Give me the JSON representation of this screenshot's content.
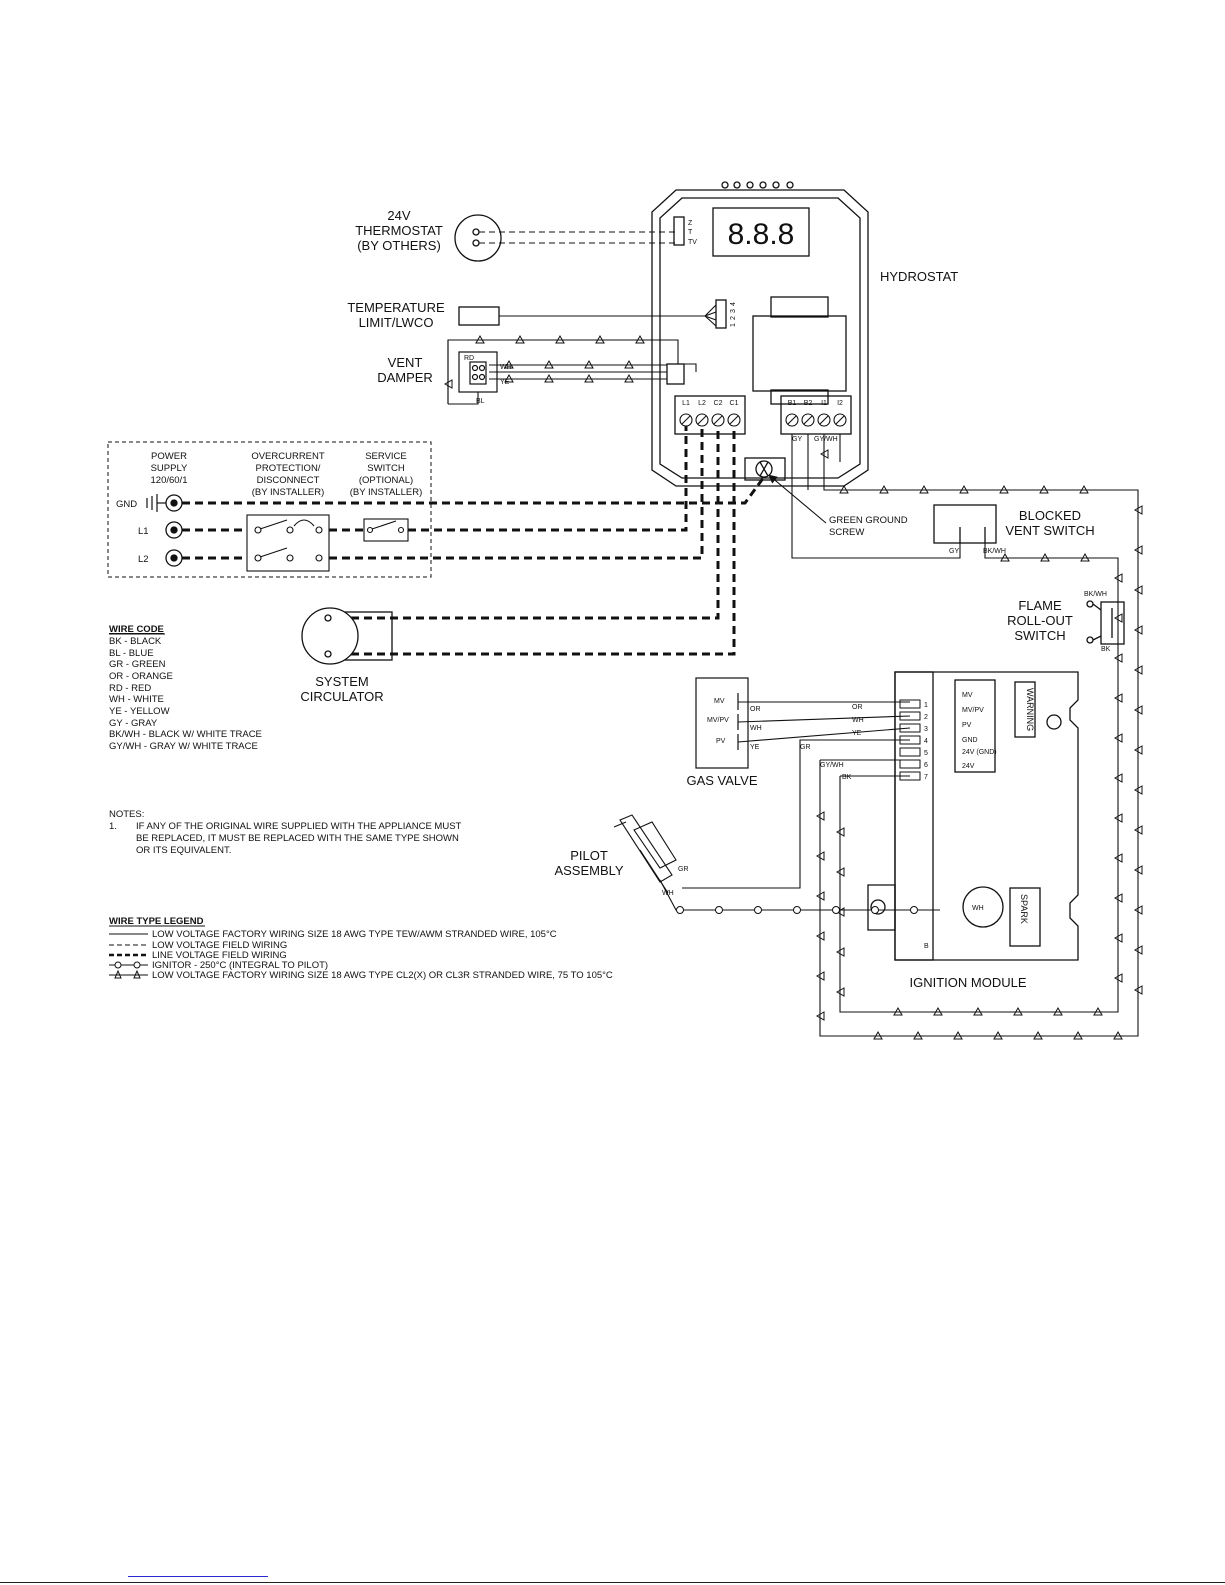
{
  "labels": {
    "thermostat": [
      "24V",
      "THERMOSTAT",
      "(BY OTHERS)"
    ],
    "hydrostat": "HYDROSTAT",
    "temp_limit": [
      "TEMPERATURE",
      "LIMIT/LWCO"
    ],
    "vent_damper": [
      "VENT",
      "DAMPER"
    ],
    "power_supply": [
      "POWER",
      "SUPPLY",
      "120/60/1"
    ],
    "overcurrent": [
      "OVERCURRENT",
      "PROTECTION/",
      "DISCONNECT",
      "(BY INSTALLER)"
    ],
    "service_switch": [
      "SERVICE",
      "SWITCH",
      "(OPTIONAL)",
      "(BY INSTALLER)"
    ],
    "gnd": "GND",
    "l1": "L1",
    "l2": "L2",
    "green_ground": [
      "GREEN GROUND",
      "SCREW"
    ],
    "blocked_vent": [
      "BLOCKED",
      "VENT SWITCH"
    ],
    "flame_rollout": [
      "FLAME",
      "ROLL-OUT",
      "SWITCH"
    ],
    "system_circulator": [
      "SYSTEM",
      "CIRCULATOR"
    ],
    "gas_valve": "GAS VALVE",
    "pilot_assembly": [
      "PILOT",
      "ASSEMBLY"
    ],
    "ignition_module": "IGNITION MODULE",
    "display": "8.8.8",
    "warning": "WARNING",
    "spark": "SPARK"
  },
  "terminals": {
    "thermostat": [
      "Z",
      "T",
      "TV"
    ],
    "temp_limit": [
      "1",
      "2",
      "3",
      "4"
    ],
    "line": [
      "L1",
      "L2",
      "C2",
      "C1"
    ],
    "low": [
      "B1",
      "B2",
      "I1",
      "I2"
    ],
    "gas_valve": [
      "MV",
      "MV/PV",
      "PV"
    ],
    "module_pins": [
      "1",
      "2",
      "3",
      "4",
      "5",
      "6",
      "7"
    ],
    "module_labels": [
      "MV",
      "MV/PV",
      "PV",
      "GND",
      "24V (GND)",
      "24V"
    ],
    "module_bottom": "B"
  },
  "wire_tags": {
    "rd": "RD",
    "bl": "BL",
    "wh": "WH",
    "ye": "YE",
    "or": "OR",
    "gr": "GR",
    "gy": "GY",
    "gywh": "GY/WH",
    "bkwh": "BK/WH",
    "bk": "BK"
  },
  "wire_code": {
    "title": "WIRE CODE",
    "items": [
      "BK - BLACK",
      "BL - BLUE",
      "GR - GREEN",
      "OR - ORANGE",
      "RD - RED",
      "WH - WHITE",
      "YE - YELLOW",
      "GY - GRAY",
      "BK/WH - BLACK W/ WHITE TRACE",
      "GY/WH - GRAY W/ WHITE TRACE"
    ]
  },
  "notes": {
    "title": "NOTES:",
    "number": "1.",
    "lines": [
      "IF ANY OF THE ORIGINAL WIRE SUPPLIED WITH THE APPLIANCE MUST",
      "BE REPLACED, IT MUST BE REPLACED WITH THE SAME TYPE SHOWN",
      "OR ITS EQUIVALENT."
    ]
  },
  "wire_type_legend": {
    "title": "WIRE TYPE LEGEND",
    "items": [
      "LOW VOLTAGE FACTORY WIRING SIZE 18 AWG TYPE TEW/AWM STRANDED WIRE, 105°C",
      "LOW VOLTAGE FIELD WIRING",
      "LINE VOLTAGE FIELD WIRING",
      "IGNITOR - 250°C (INTEGRAL TO PILOT)",
      "LOW VOLTAGE FACTORY WIRING SIZE 18 AWG TYPE CL2(X) OR CL3R STRANDED WIRE, 75 TO 105°C"
    ]
  }
}
